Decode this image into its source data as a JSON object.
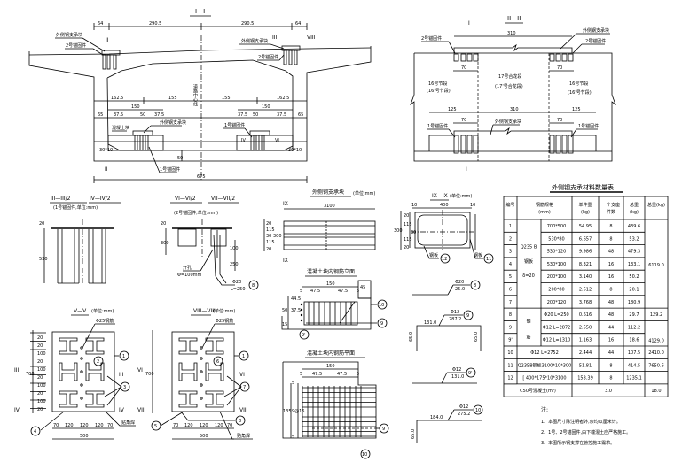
{
  "section_1": {
    "title": "I—I",
    "dims_top": [
      "64",
      "290.5",
      "290.5",
      "64"
    ],
    "dims_mid": [
      "162.5",
      "155",
      "155",
      "162.5"
    ],
    "dims_low_left": [
      "65",
      "37.5",
      "50",
      "37.5"
    ],
    "dims_low_right": [
      "37.5",
      "50",
      "37.5",
      "65"
    ],
    "dim_150_left": "150",
    "dim_150_right": "150",
    "dim_total": "675",
    "chamfer_left": "30*10",
    "chamfer_right": "30*10",
    "dim_h": "50",
    "centerline_label": "道路中心线",
    "label_support_left": "外侧钢支承块",
    "label_anchor_2_left": "2号锚固件",
    "label_support_right": "外侧钢支承块",
    "label_anchor_2_right": "2号锚固件",
    "label_concrete": "混凝土块",
    "label_support_low": "外侧钢支承块",
    "label_anchor_1": "1号锚固件",
    "label_anchor_1b": "1号锚固件",
    "cut_marks": [
      "II",
      "III",
      "VIII",
      "II",
      "IV",
      "VI"
    ]
  },
  "section_2": {
    "title": "II—II",
    "dim_top": "310",
    "dim_left_small": "70",
    "dim_right_small": "70",
    "dims_bottom": [
      "125",
      "310",
      "125"
    ],
    "dim_left_small_b": "70",
    "dim_right_small_b": "70",
    "seg_left": "16号节段",
    "seg_left_sub": "(16'号节段)",
    "seg_mid": "17号合龙段",
    "seg_mid_sub": "(17'号合龙段)",
    "seg_right": "16号节段",
    "seg_right_sub": "(16'号节段)",
    "label_anchor_2_left": "2号锚固件",
    "label_support_top": "外侧钢支承块",
    "label_anchor_2_right": "2号锚固件",
    "label_anchor_1_left": "1号锚固件",
    "label_support_bottom": "外侧钢支承块",
    "label_anchor_1_right": "1号锚固件",
    "cut_top": "I",
    "cut_bottom": "I"
  },
  "section_3": {
    "title_a": "III—III/2",
    "title_b": "IV—IV/2",
    "subtitle": "(1号锚固件,单位:mm)",
    "dim_a": "20",
    "dim_b": "530"
  },
  "section_4": {
    "title_a": "VI—VI/2",
    "title_b": "VII—VII/2",
    "subtitle": "(2号锚固件,单位:mm)",
    "dim_a": "20",
    "dim_b": "300",
    "dim_c": "100",
    "dim_d": "250",
    "label_drill": "开孔",
    "label_drill_sub": "Φ=100mm",
    "rebar_a": "Φ20",
    "rebar_b": "L=250",
    "callout": "8"
  },
  "support_block": {
    "title": "外侧钢支承块",
    "unit": "(单位:mm)",
    "dim_len": "3100",
    "dims_side": [
      "20",
      "115",
      "30",
      "115",
      "20"
    ],
    "dim_total": "300",
    "cut_top": "IX",
    "cut_bottom": "IX"
  },
  "section_9": {
    "title": "IX—IX",
    "unit": "(单位:mm)",
    "dim_top": [
      "10",
      "400",
      "10"
    ],
    "dims_left": [
      "20",
      "115",
      "30",
      "115",
      "20"
    ],
    "dim_total": "300",
    "label_steel_a": "钢板",
    "label_steel_b": "钢板",
    "callout_a": "12",
    "callout_b": "11"
  },
  "concrete_elev": {
    "title": "混凝土块内钢筋立面",
    "dims_top": [
      "150",
      "5",
      "47.5",
      "47.5",
      "5"
    ],
    "dim_side": "45",
    "dims_left": [
      "44.5",
      "50",
      "37.5",
      "15"
    ],
    "callouts": [
      "10",
      "9",
      "9'"
    ]
  },
  "concrete_plan": {
    "title": "混凝土块内钢筋平面",
    "dims_top": [
      "150",
      "5",
      "47.5",
      "47.5",
      "5"
    ],
    "dims_left": [
      "5",
      "135",
      "9@15",
      "5"
    ],
    "callouts": [
      "9",
      "10"
    ]
  },
  "rebars": [
    {
      "spec": "Φ20",
      "len": "25.0",
      "callout": "8"
    },
    {
      "spec": "Φ12",
      "len": "287.2",
      "top": "131.0",
      "leg_l": "65.0",
      "leg_r": "65.0",
      "callout": "9"
    },
    {
      "spec": "Φ12",
      "len": "131.0",
      "callout": "9'"
    },
    {
      "spec": "Φ12",
      "len": "275.2",
      "top": "184.0",
      "leg": "65.0",
      "callout": "10"
    }
  ],
  "section_5": {
    "title": "V—V",
    "unit": "(单位:mm)",
    "label_bar": "Φ25钢筋",
    "label_weld": "贴角焊",
    "dims_bottom": [
      "70",
      "120",
      "120",
      "120",
      "70"
    ],
    "dim_total": "500",
    "dims_left": [
      "20",
      "20",
      "100",
      "20",
      "100",
      "20",
      "100",
      "20",
      "100",
      "20"
    ],
    "dim_height": "700",
    "callouts": [
      "1",
      "2",
      "3",
      "4"
    ],
    "cut_marks": [
      "III",
      "III",
      "IV",
      "IV"
    ]
  },
  "section_8": {
    "title": "VIII—VIII",
    "unit": "(单位:mm)",
    "label_bar": "Φ25钢筋",
    "label_weld": "贴角焊",
    "dims_bottom": [
      "70",
      "120",
      "120",
      "120",
      "70"
    ],
    "dim_total": "500",
    "dim_height": "700",
    "callouts": [
      "1",
      "6",
      "7",
      "5",
      "8"
    ],
    "cut_marks": [
      "VI",
      "VI",
      "VII",
      "VII"
    ]
  },
  "material_table": {
    "title": "外侧钢支承材料数量表",
    "headers": [
      "编号",
      "钢筋规格\n(mm)",
      "单件重\n(kg)",
      "一个支座\n件数",
      "总重\n(kg)",
      "总重(kg)"
    ],
    "group_steel_plate": "Q235 B 钢板 δ=20",
    "group_rebar": "钢筋",
    "rows": [
      {
        "no": "1",
        "spec": "700*500",
        "unit": "54.95",
        "count": "8",
        "total": "439.6"
      },
      {
        "no": "2",
        "spec": "530*80",
        "unit": "6.657",
        "count": "8",
        "total": "53.2"
      },
      {
        "no": "3",
        "spec": "530*120",
        "unit": "9.986",
        "count": "48",
        "total": "479.3"
      },
      {
        "no": "4",
        "spec": "530*100",
        "unit": "8.321",
        "count": "16",
        "total": "133.1"
      },
      {
        "no": "5",
        "spec": "200*100",
        "unit": "3.140",
        "count": "16",
        "total": "50.2"
      },
      {
        "no": "6",
        "spec": "200*80",
        "unit": "2.512",
        "count": "8",
        "total": "20.1"
      },
      {
        "no": "7",
        "spec": "200*120",
        "unit": "3.768",
        "count": "48",
        "total": "180.9"
      },
      {
        "no": "8",
        "spec": "Φ20 L=250",
        "unit": "0.616",
        "count": "48",
        "total": "29.7"
      },
      {
        "no": "9",
        "spec": "Φ12 L=2872",
        "unit": "2.550",
        "count": "44",
        "total": "112.2"
      },
      {
        "no": "9'",
        "spec": "Φ12 L=1310",
        "unit": "1.163",
        "count": "16",
        "total": "18.6"
      },
      {
        "no": "10",
        "spec": "Φ12 L=2752",
        "unit": "2.444",
        "count": "44",
        "total": "107.5"
      },
      {
        "no": "11",
        "spec": "Q235B钢板3100*10*300",
        "unit": "51.81",
        "count": "8",
        "total": "414.5"
      },
      {
        "no": "12",
        "spec": "[ 400*175*10*3100",
        "unit": "153.39",
        "count": "8",
        "total": "1235.1"
      }
    ],
    "group_totals": {
      "plates": "6119.0",
      "rebar8": "129.2",
      "rebar9": "4129.0",
      "r11": "2410.0",
      "r12": "7650.6"
    },
    "concrete_row": {
      "label": "C50号混凝土(m³)",
      "value": "3.0",
      "total": "18.0"
    }
  },
  "notes": {
    "title": "注:",
    "items": [
      "1、本图尺寸除注明者外,余均以厘米计。",
      "2、1号、2号锚固件,由下端混土应严格施工。",
      "3、本图所示钢支撑在管控施工需求。"
    ]
  }
}
